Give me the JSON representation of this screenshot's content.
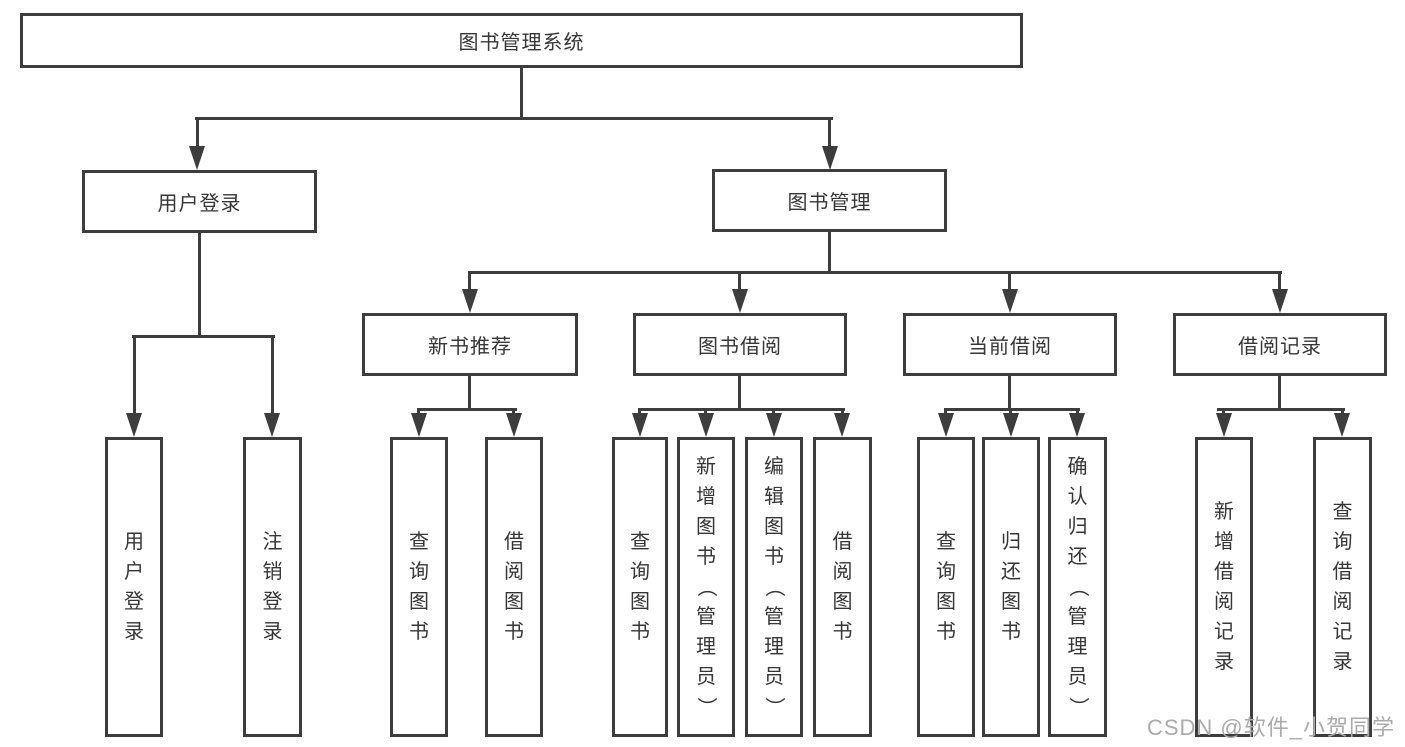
{
  "tree": {
    "root": "图书管理系统",
    "branches": [
      {
        "label": "用户登录",
        "children": [
          "用户登录",
          "注销登录"
        ]
      },
      {
        "label": "图书管理",
        "children": [
          {
            "label": "新书推荐",
            "children": [
              "查询图书",
              "借阅图书"
            ]
          },
          {
            "label": "图书借阅",
            "children": [
              "查询图书",
              "新增图书（管理员）",
              "编辑图书（管理员）",
              "借阅图书"
            ]
          },
          {
            "label": "当前借阅",
            "children": [
              "查询图书",
              "归还图书",
              "确认归还（管理员）"
            ]
          },
          {
            "label": "借阅记录",
            "children": [
              "新增借阅记录",
              "查询借阅记录"
            ]
          }
        ]
      }
    ]
  },
  "watermark": "CSDN @软件_小贺同学",
  "colors": {
    "line": "#3d3d3d",
    "text": "#363636",
    "watermark": "#ababab"
  }
}
